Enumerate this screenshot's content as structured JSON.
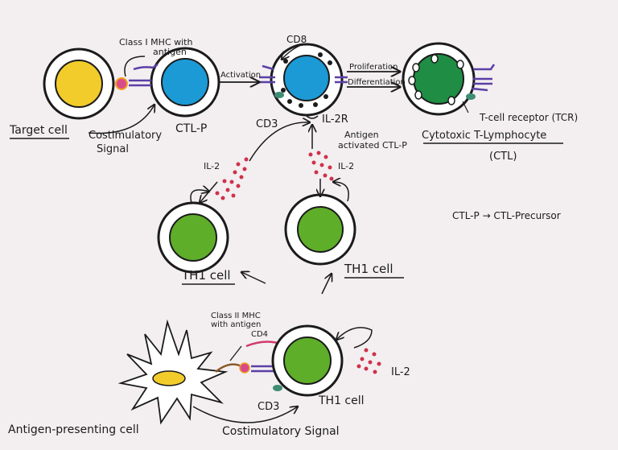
{
  "colors": {
    "paper": "#f3eff1",
    "ink": "#1b1b1b",
    "target_fill": "#f2cc2a",
    "ctl_fill": "#1c9ad6",
    "th1_fill": "#5fae2a",
    "ctl_effector_fill": "#1f8d43",
    "dots": "#d0314a",
    "receptor": "#5b3fa6",
    "cd3": "#3e8d74",
    "mhc2_arc": "#d2386c"
  },
  "labels": {
    "target_cell": "Target cell",
    "class1_line1": "Class I MHC with",
    "class1_line2": "antigen",
    "costim_top": "Costimulatory",
    "signal_top": "Signal",
    "ctl_p": "CTL-P",
    "activation": "Activation",
    "cd8": "CD8",
    "cd3_top": "CD3",
    "il2r": "IL-2R",
    "proliferation": "Proliferation",
    "differentiation": "Differentiation",
    "tcr": "T-cell receptor (TCR)",
    "antigen_act_1": "Antigen",
    "antigen_act_2": "activated CTL-P",
    "ctl_1": "Cytotoxic T-Lymphocyte",
    "ctl_2": "(CTL)",
    "il2_a": "IL-2",
    "il2_b": "IL-2",
    "th1_left": "TH1 cell",
    "th1_mid": "TH1 cell",
    "ctlp_def": "CTL-P → CTL-Precursor",
    "class2_1": "Class II MHC",
    "class2_2": "with antigen",
    "cd4": "CD4",
    "il2_c": "IL-2",
    "cd3_bottom": "CD3",
    "th1_bottom": "TH1 cell",
    "apc": "Antigen-presenting cell",
    "costim_bottom": "Costimulatory Signal"
  }
}
